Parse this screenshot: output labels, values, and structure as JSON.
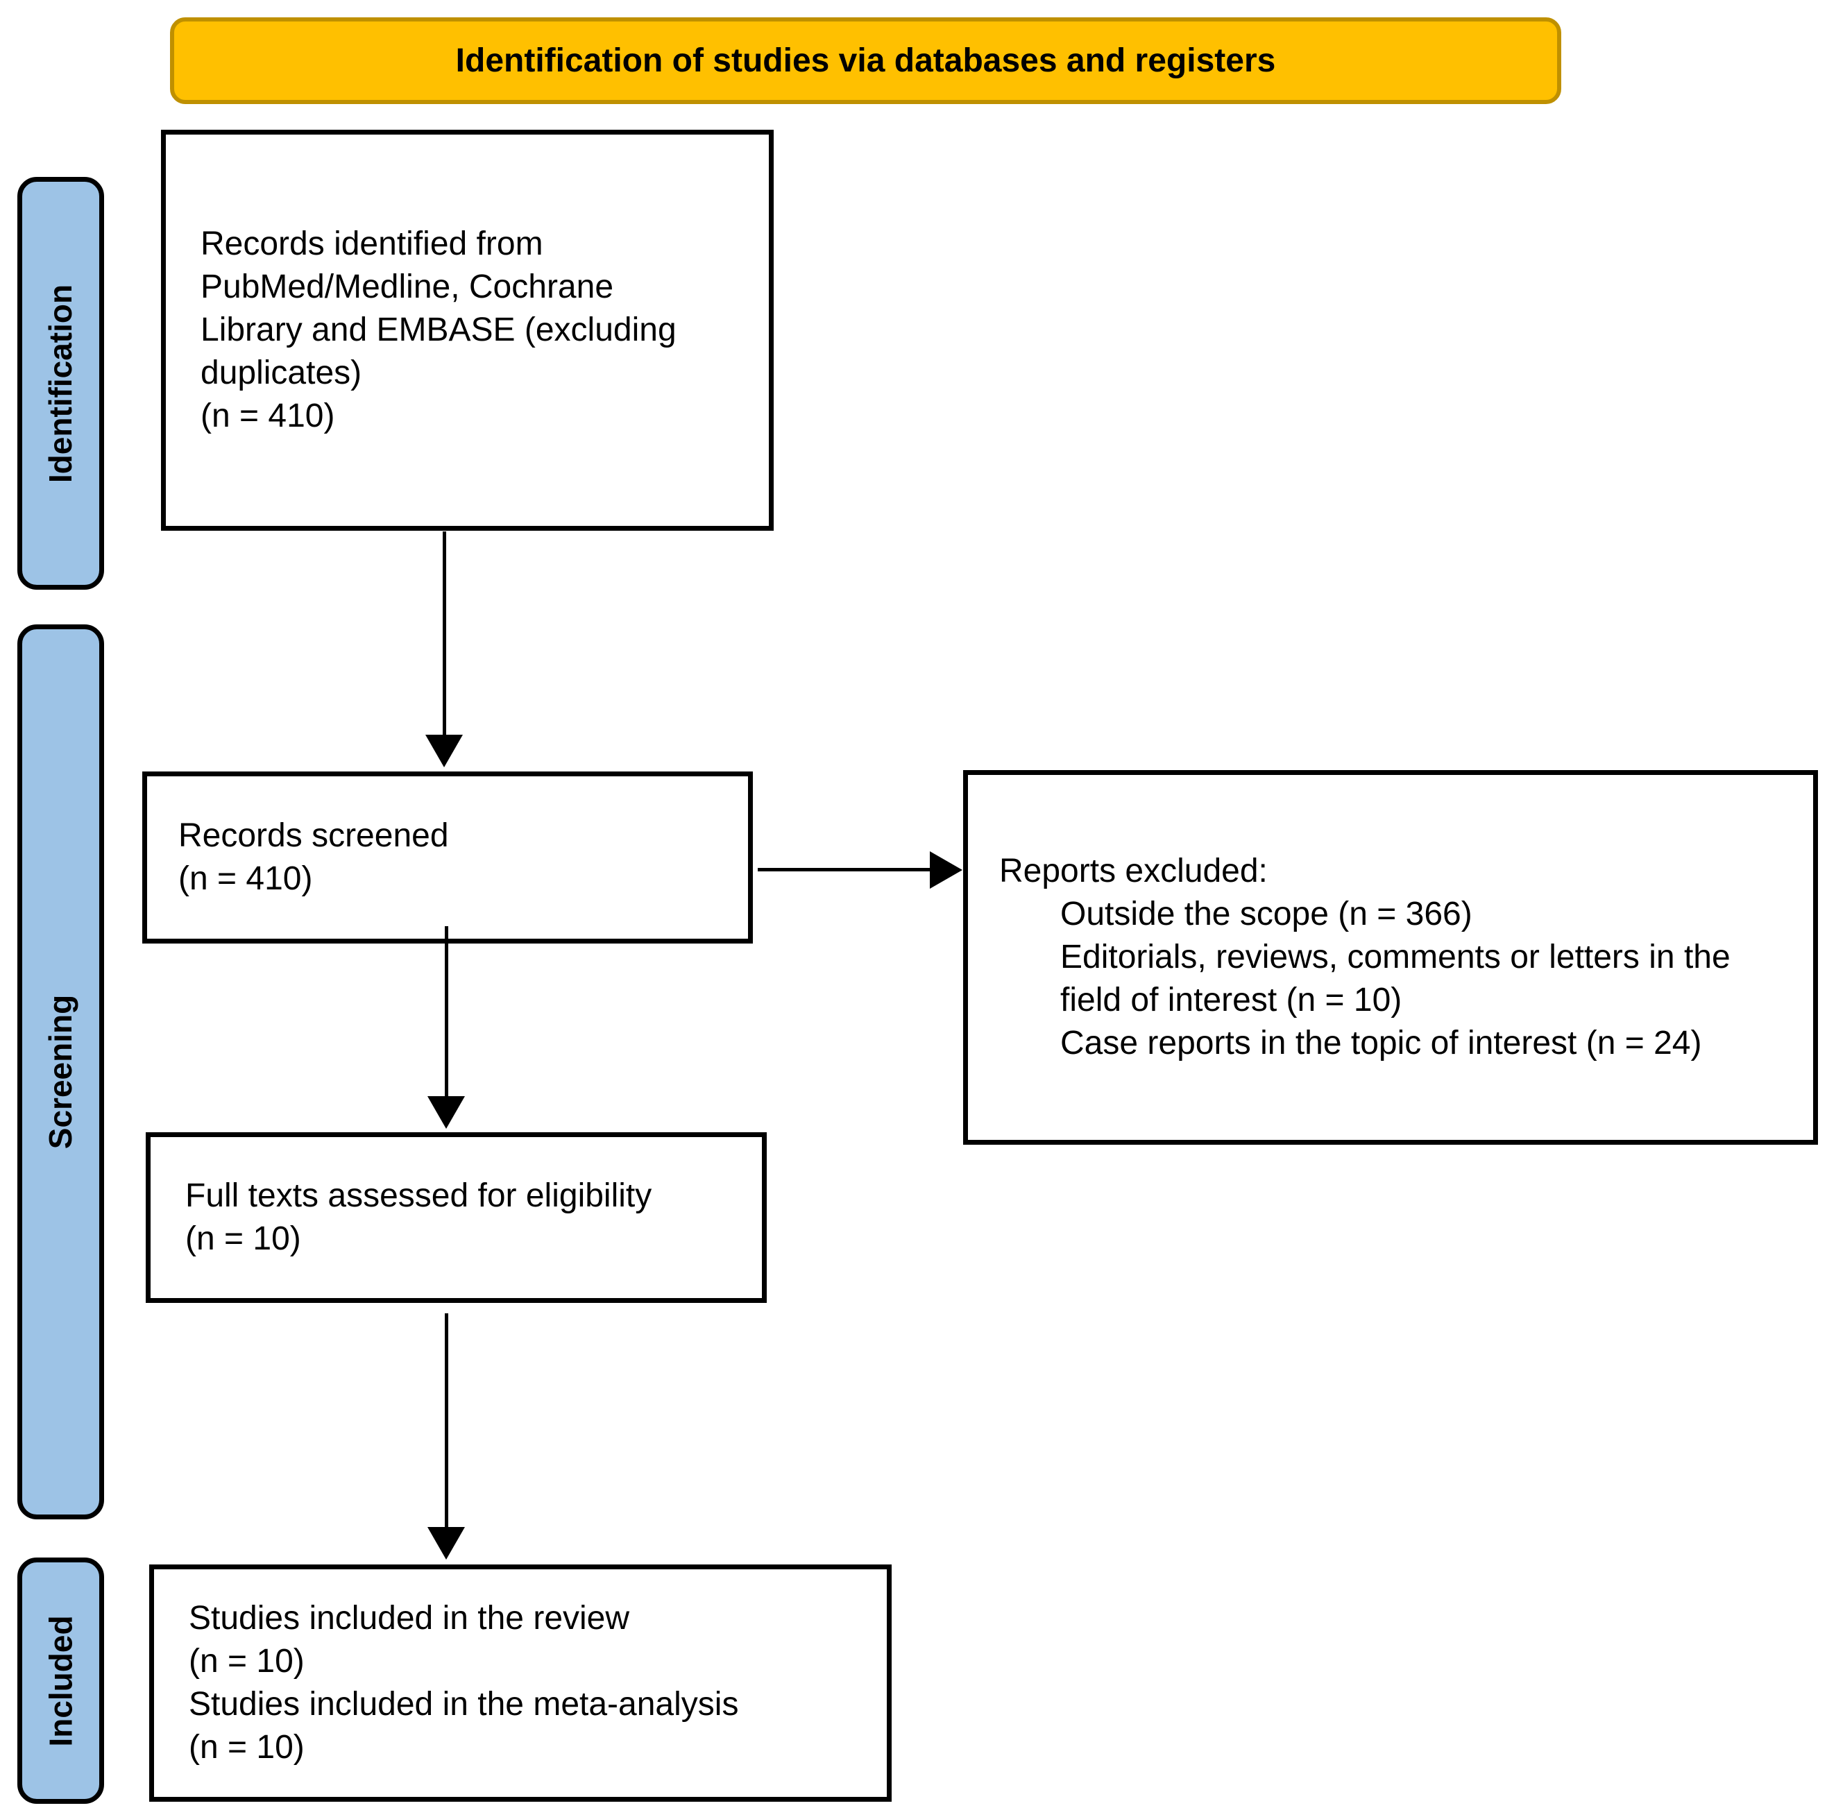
{
  "banner": {
    "label": "Identification of studies via databases and registers"
  },
  "colors": {
    "banner_fill": "#FFC000",
    "banner_border": "#BF9000",
    "stage_fill": "#9DC3E6",
    "box_border": "#000000",
    "arrow": "#000000"
  },
  "stages": [
    {
      "label": "Identification"
    },
    {
      "label": "Screening"
    },
    {
      "label": "Included"
    }
  ],
  "boxes": {
    "identified": {
      "lines": [
        "Records identified from",
        "PubMed/Medline, Cochrane",
        "Library and EMBASE (excluding",
        "duplicates)",
        "(n = 410)"
      ]
    },
    "screened": {
      "lines": [
        "Records screened",
        "(n = 410)"
      ]
    },
    "excluded": {
      "title": "Reports excluded:",
      "items": [
        "Outside the scope (n = 366)",
        "Editorials, reviews, comments or letters in the field of interest (n = 10)",
        "Case reports in the topic of interest (n = 24)"
      ]
    },
    "full_text": {
      "lines": [
        "Full texts assessed for eligibility",
        "(n = 10)"
      ]
    },
    "included": {
      "lines": [
        "Studies included in the review",
        "(n = 10)",
        "Studies included in the meta-analysis",
        "(n = 10)"
      ]
    }
  }
}
